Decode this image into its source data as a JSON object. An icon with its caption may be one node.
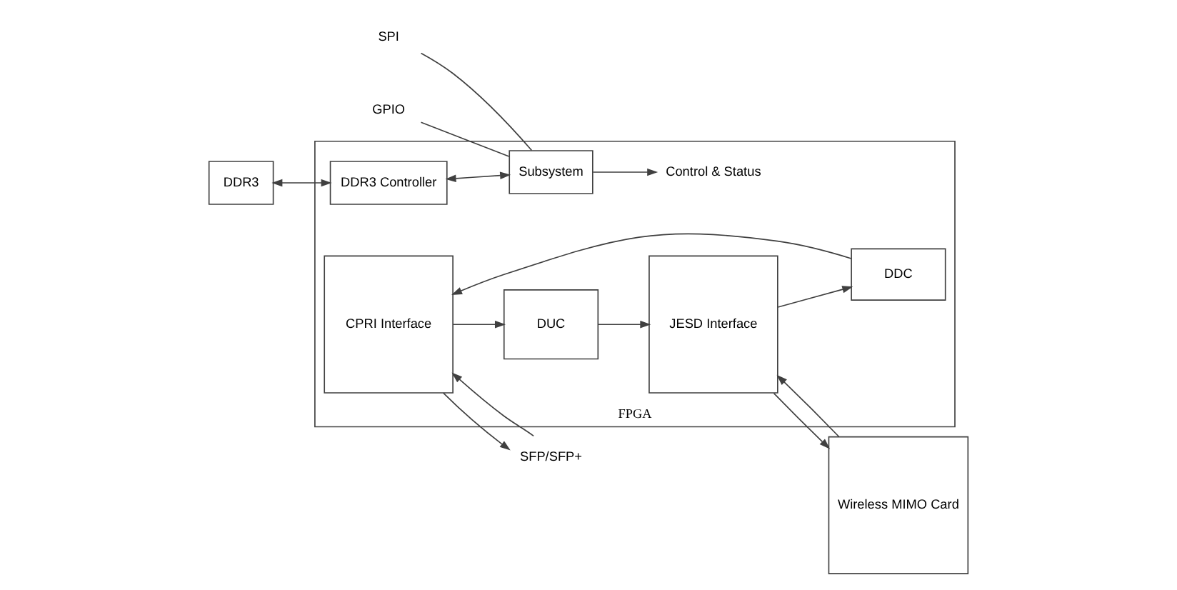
{
  "diagram": {
    "nodes": [
      {
        "text": [
          "FPGA"
        ]
      },
      {
        "text": [
          "DDR3"
        ]
      },
      {
        "text": [
          "DDR3 Controller"
        ],
        "in": 0
      },
      {
        "text": [
          "Subsystem"
        ],
        "in": 0
      },
      {
        "text": [
          "CPRI Interface"
        ],
        "in": 0
      },
      {
        "text": [
          "DUC"
        ],
        "in": 0
      },
      {
        "text": [
          "DDC"
        ],
        "in": 0
      },
      {
        "text": [
          "JESD Interface"
        ],
        "in": 0
      },
      {
        "text": [
          "Wireless MIMO Card"
        ]
      },
      {
        "text": [
          "SPI"
        ]
      },
      {
        "text": [
          "GPIO"
        ]
      },
      {
        "text": [
          "Control & Status"
        ],
        "in": 0
      },
      {
        "text": [
          "SFP/SFP+"
        ]
      }
    ],
    "edges": [
      {
        "from": 1,
        "to": 2,
        "arrow": "both"
      },
      {
        "from": 2,
        "to": 3,
        "arrow": "both"
      },
      {
        "from": 9,
        "to": 3,
        "arrow": "none"
      },
      {
        "from": 10,
        "to": 3,
        "arrow": "none"
      },
      {
        "from": 3,
        "to": 11,
        "arrow": "to"
      },
      {
        "from": 4,
        "to": 5,
        "arrow": "to"
      },
      {
        "from": 5,
        "to": 7,
        "arrow": "to"
      },
      {
        "from": 7,
        "to": 6,
        "arrow": "to"
      },
      {
        "from": 6,
        "to": 4,
        "arrow": "to"
      },
      {
        "from": 4,
        "to": 12,
        "arrow": "to"
      },
      {
        "from": 12,
        "to": 4,
        "arrow": "to"
      },
      {
        "from": 8,
        "to": 7,
        "arrow": "to"
      },
      {
        "from": 7,
        "to": 8,
        "arrow": "to"
      }
    ]
  }
}
